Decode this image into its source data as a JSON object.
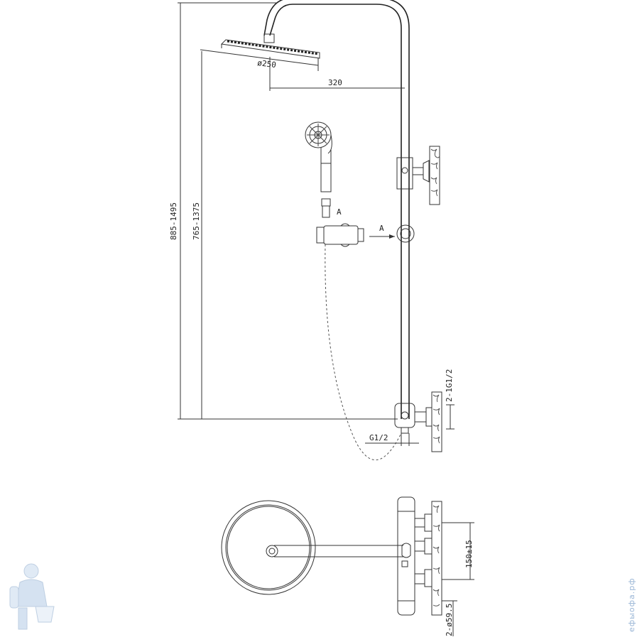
{
  "dimensions": {
    "head_diameter": "ø250",
    "arm_reach": "320",
    "total_height": "885-1495",
    "head_height": "765-1375",
    "outlet_thread": "G1/2",
    "inlet_thread": "2-1G1/2",
    "inlet_spacing": "150±15",
    "rosette": "2-ø59.5",
    "section_mark_1": "A",
    "section_mark_2": "A"
  },
  "watermark": {
    "text": "ефыофа.рф",
    "icon": "plumber-mascot-icon"
  },
  "colors": {
    "line": "#333333",
    "watermark": "#9ab6d6"
  }
}
